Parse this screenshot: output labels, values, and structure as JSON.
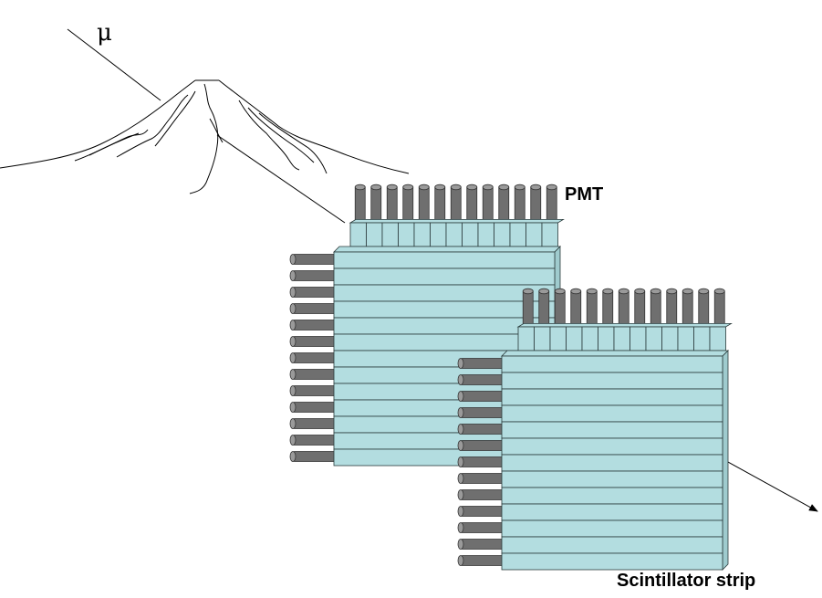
{
  "labels": {
    "muon": "μ",
    "pmt": "PMT",
    "scintillator": "Scintillator strip"
  },
  "detector_layout": {
    "planes": 2,
    "vertical_strips_per_plane": 13,
    "horizontal_strips_per_plane": 13
  },
  "colors": {
    "strip_fill": "#b3dde0",
    "strip_stroke": "#2a3a3a",
    "pmt_fill": "#6f6f6f",
    "pmt_dark": "#4a4a4a",
    "pmt_light": "#9a9a9a",
    "line": "#000000"
  }
}
